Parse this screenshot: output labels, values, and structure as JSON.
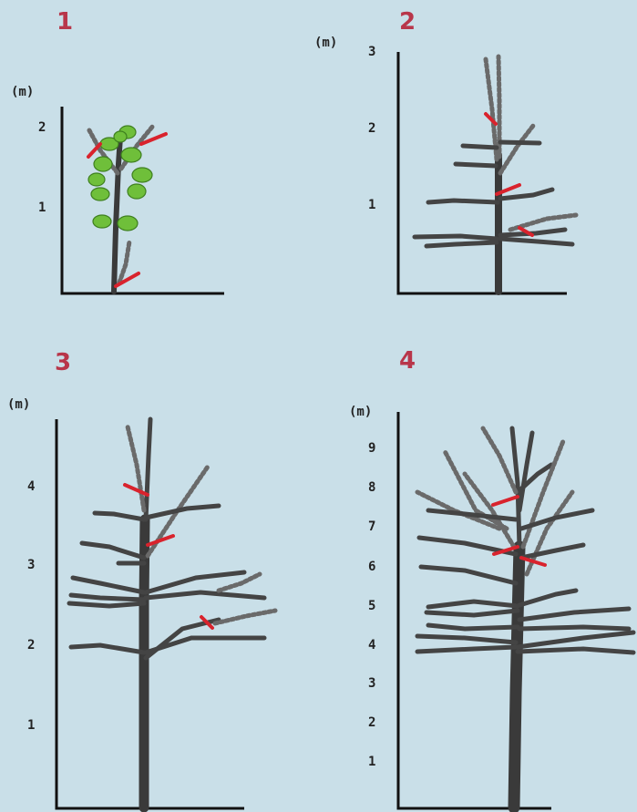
{
  "panels": [
    {
      "number": "1",
      "unit": "(m)",
      "ticks": [
        "2",
        "1"
      ]
    },
    {
      "number": "2",
      "unit": "(m)",
      "ticks": [
        "3",
        "2",
        "1"
      ]
    },
    {
      "number": "3",
      "unit": "(m)",
      "ticks": [
        "4",
        "3",
        "2",
        "1"
      ]
    },
    {
      "number": "4",
      "unit": "(m)",
      "ticks": [
        "9",
        "8",
        "7",
        "6",
        "5",
        "4",
        "3",
        "2",
        "1"
      ]
    }
  ],
  "colors": {
    "background": "#c9dfe8",
    "cut_mark": "#d9232d",
    "panel_number": "#b8364a",
    "leaf": "#6fbf3a"
  }
}
